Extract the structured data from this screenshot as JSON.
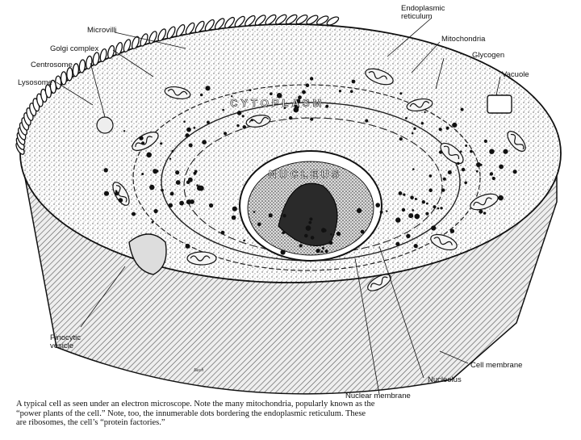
{
  "labels": {
    "microvilli": "Microvilli",
    "golgi": "Golgi complex",
    "centrosome": "Centrosome",
    "lysosome": "Lysosome",
    "er": [
      "Endoplasmic",
      "reticulum"
    ],
    "mitochondria": "Mitochondria",
    "glycogen": "Glycogen",
    "vacuole": "Vacuole",
    "cytoplasm": "CYTOPLASM",
    "nucleus": "NUCLEUS",
    "pinocytic": [
      "Pinocytic",
      "vesicle"
    ],
    "cell_membrane": "Cell membrane",
    "nucleolus": "Nucleolus",
    "nuclear_membrane": "Nuclear membrane"
  },
  "signature": "Bach",
  "caption": "A typical cell as seen under an electron microscope. Note the many mitochondria, popularly known as the\n“power plants of the cell.” Note, too, the innumerable dots bordering the endoplasmic reticulum. These\nare ribosomes, the cell’s “protein factories.”",
  "colors": {
    "ink": "#111111",
    "paper": "#ffffff",
    "stipple": "#c9c9c9"
  }
}
